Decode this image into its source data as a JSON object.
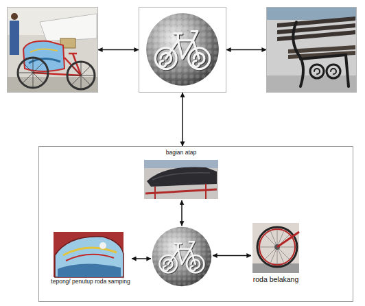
{
  "diagram": {
    "nodes": [
      {
        "text": []
      },
      {
        "text": []
      },
      {
        "text": []
      },
      {
        "text": []
      },
      {
        "text": [
          "bagian atap"
        ],
        "in": 3
      },
      {
        "text": [
          "tepong/ penutup roda samping"
        ],
        "in": 3
      },
      {
        "text": [],
        "in": 3
      },
      {
        "text": [
          "roda belakang"
        ],
        "in": 3
      }
    ],
    "edges": [
      {
        "from": 0,
        "to": 1,
        "arrow": "both"
      },
      {
        "from": 1,
        "to": 2,
        "arrow": "both"
      },
      {
        "from": 1,
        "to": 3,
        "arrow": "both"
      },
      {
        "from": 6,
        "to": 4,
        "arrow": "both"
      },
      {
        "from": 6,
        "to": 5,
        "arrow": "both"
      },
      {
        "from": 6,
        "to": 7,
        "arrow": "both"
      }
    ]
  }
}
